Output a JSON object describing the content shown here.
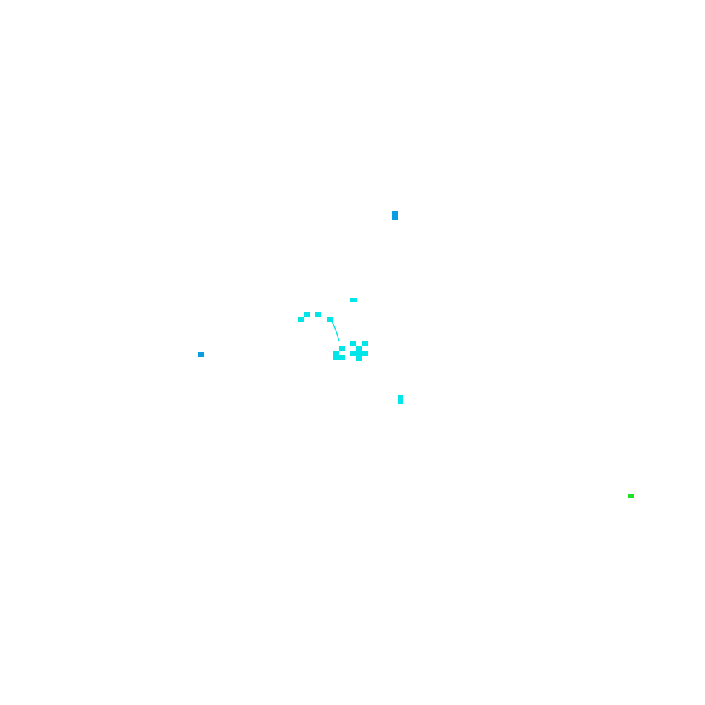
{
  "colors": {
    "background": "#ffffff",
    "cyan": "#00e5e8",
    "blue": "#0a9de0",
    "green": "#22e01e"
  },
  "marks": [
    {
      "name": "blue-marker-top",
      "color": "blue"
    },
    {
      "name": "blue-marker-left",
      "color": "blue"
    },
    {
      "name": "cyan-marker-upper",
      "color": "cyan"
    },
    {
      "name": "cyan-arc-dot-1",
      "color": "cyan"
    },
    {
      "name": "cyan-arc-dot-2",
      "color": "cyan"
    },
    {
      "name": "cyan-arc-dot-3",
      "color": "cyan"
    },
    {
      "name": "cyan-arc-dot-4",
      "color": "cyan"
    },
    {
      "name": "cyan-cluster-left",
      "color": "cyan"
    },
    {
      "name": "cyan-cluster-right",
      "color": "cyan"
    },
    {
      "name": "cyan-marker-lower",
      "color": "cyan"
    },
    {
      "name": "green-marker",
      "color": "green"
    }
  ]
}
